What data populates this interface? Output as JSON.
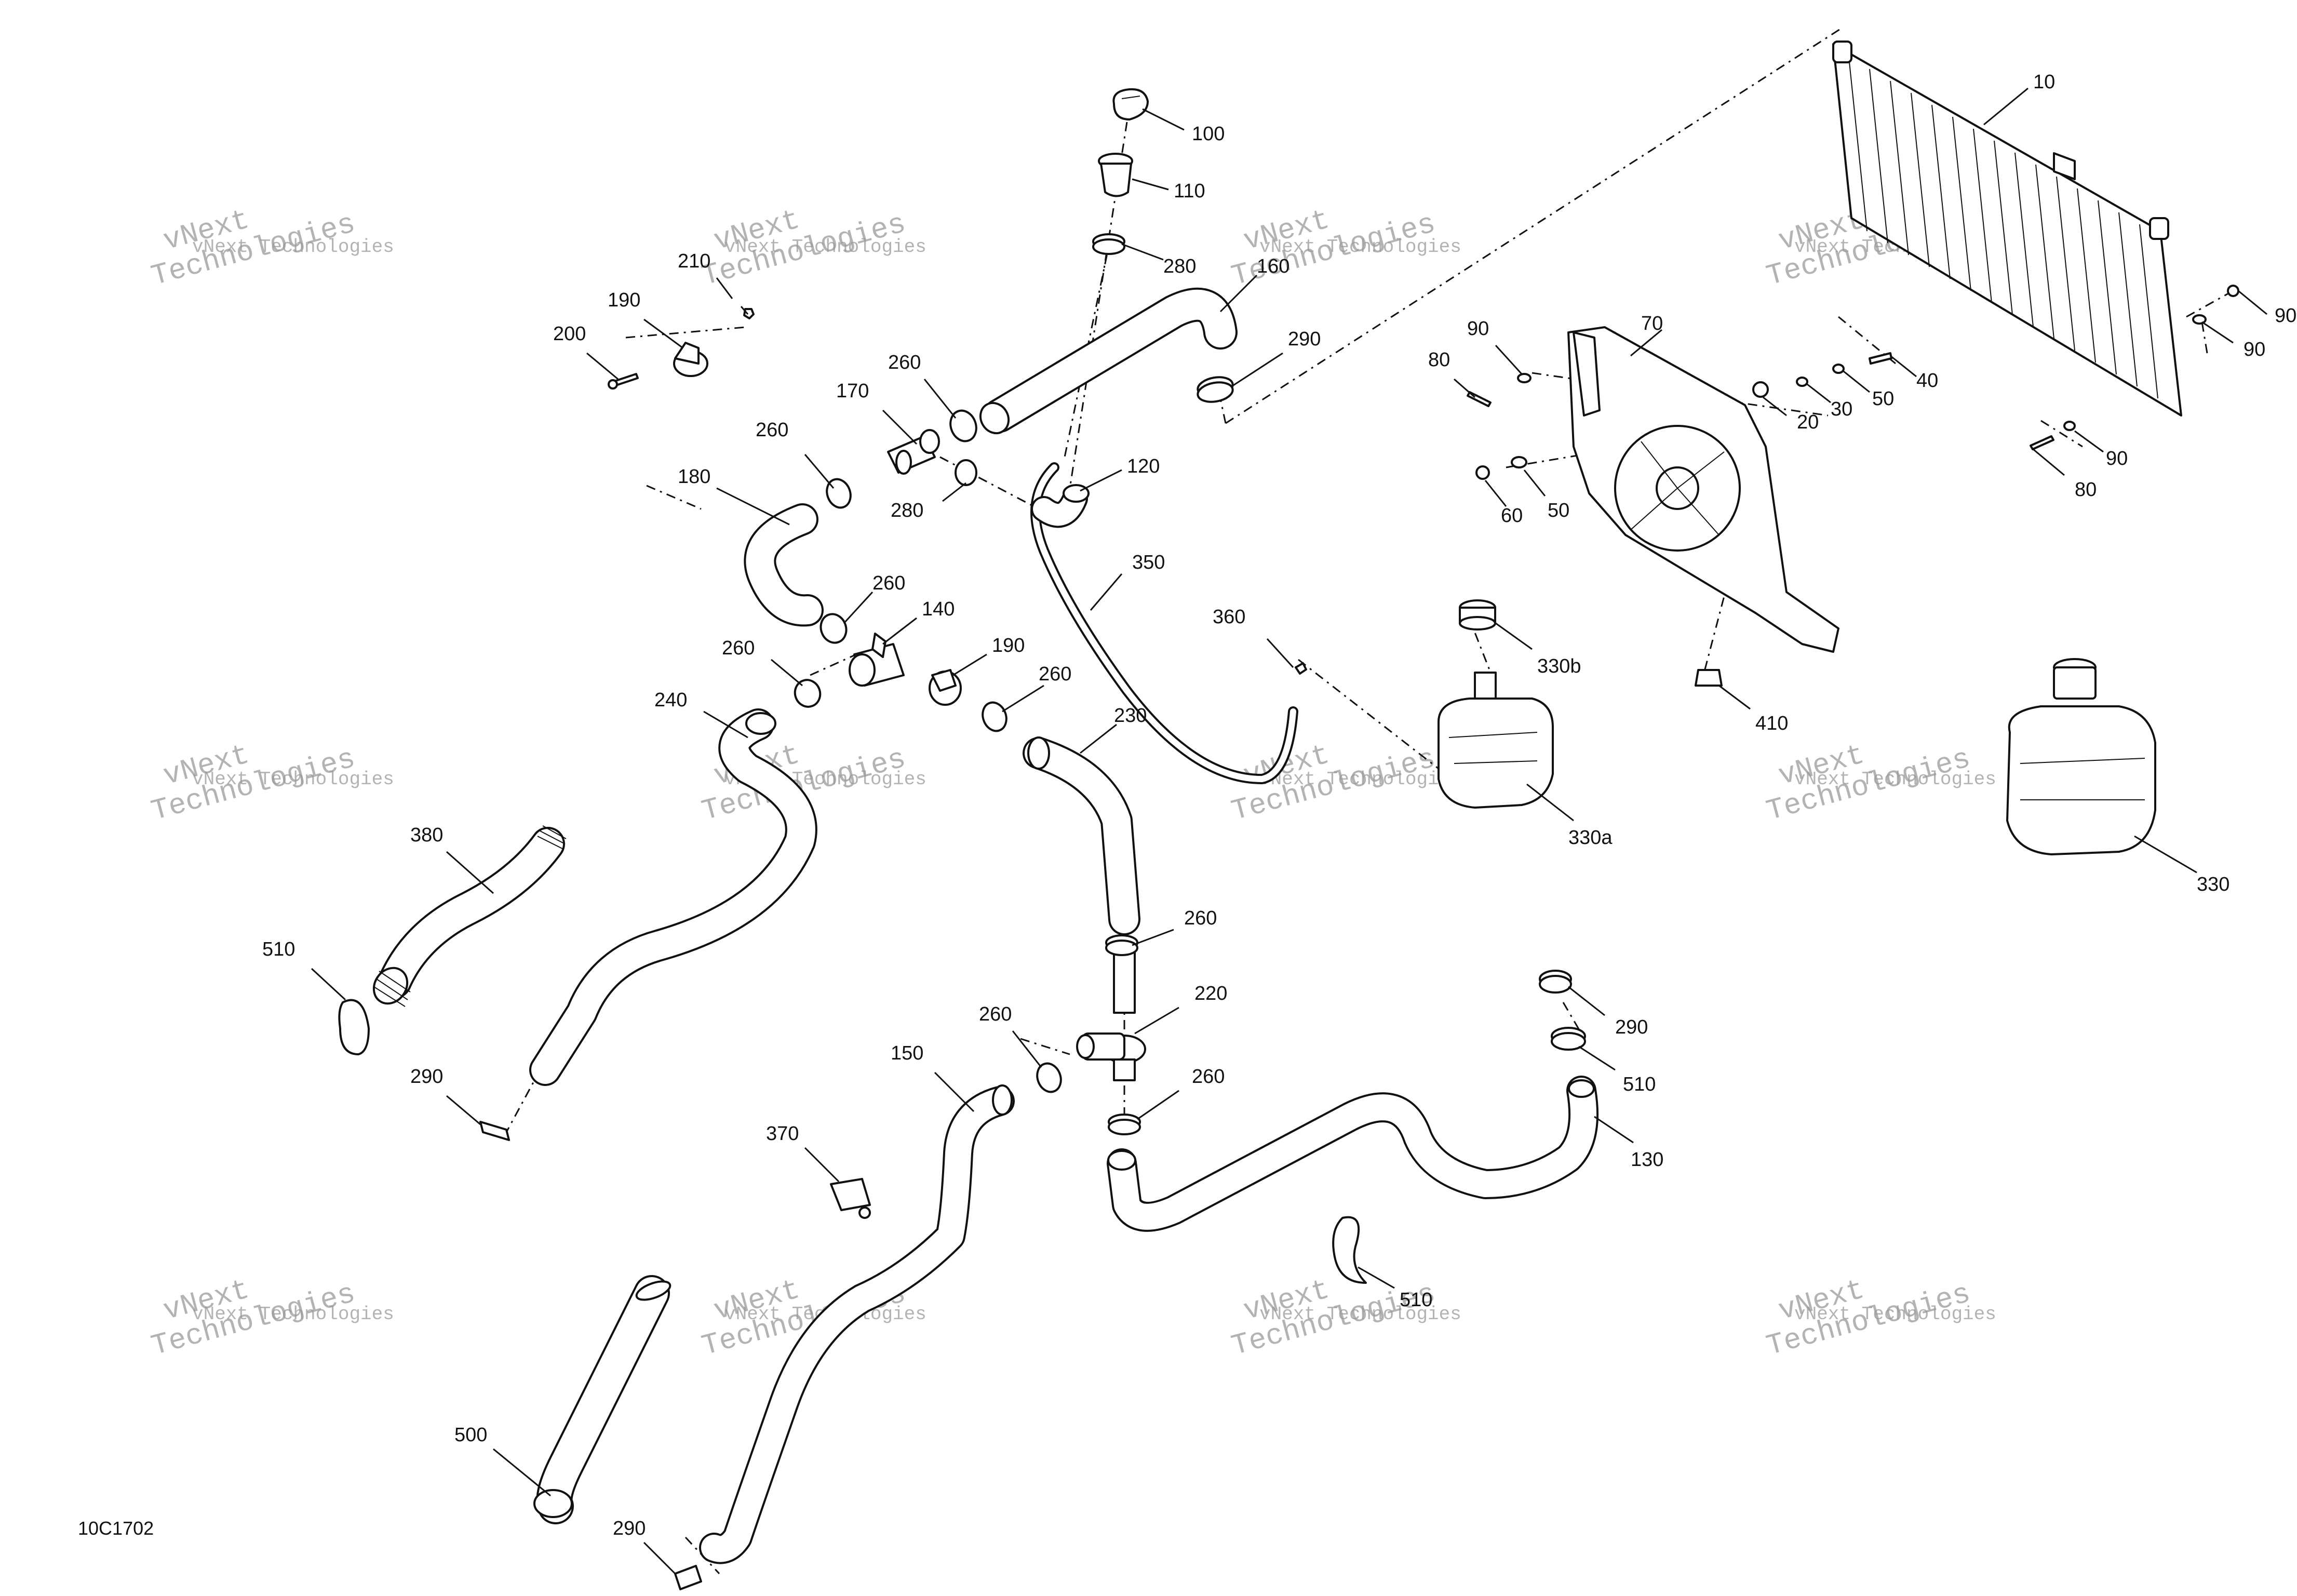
{
  "diagram": {
    "figure_id": "10C1702",
    "watermark": {
      "line1": "vNext",
      "line2": "Technologies",
      "line3": "vNext Technologies"
    },
    "callouts": [
      {
        "id": "c-100",
        "text": "100"
      },
      {
        "id": "c-110",
        "text": "110"
      },
      {
        "id": "c-280a",
        "text": "280"
      },
      {
        "id": "c-160",
        "text": "160"
      },
      {
        "id": "c-290a",
        "text": "290"
      },
      {
        "id": "c-210",
        "text": "210"
      },
      {
        "id": "c-190a",
        "text": "190"
      },
      {
        "id": "c-200",
        "text": "200"
      },
      {
        "id": "c-260a",
        "text": "260"
      },
      {
        "id": "c-170",
        "text": "170"
      },
      {
        "id": "c-260b",
        "text": "260"
      },
      {
        "id": "c-280b",
        "text": "280"
      },
      {
        "id": "c-180",
        "text": "180"
      },
      {
        "id": "c-120",
        "text": "120"
      },
      {
        "id": "c-350",
        "text": "350"
      },
      {
        "id": "c-260c",
        "text": "260"
      },
      {
        "id": "c-140",
        "text": "140"
      },
      {
        "id": "c-260d",
        "text": "260"
      },
      {
        "id": "c-190b",
        "text": "190"
      },
      {
        "id": "c-260e",
        "text": "260"
      },
      {
        "id": "c-230",
        "text": "230"
      },
      {
        "id": "c-240",
        "text": "240"
      },
      {
        "id": "c-360",
        "text": "360"
      },
      {
        "id": "c-10",
        "text": "10"
      },
      {
        "id": "c-90a",
        "text": "90"
      },
      {
        "id": "c-70",
        "text": "70"
      },
      {
        "id": "c-80a",
        "text": "80"
      },
      {
        "id": "c-40",
        "text": "40"
      },
      {
        "id": "c-50a",
        "text": "50"
      },
      {
        "id": "c-30",
        "text": "30"
      },
      {
        "id": "c-20",
        "text": "20"
      },
      {
        "id": "c-90b",
        "text": "90"
      },
      {
        "id": "c-90c",
        "text": "90"
      },
      {
        "id": "c-90d",
        "text": "90"
      },
      {
        "id": "c-80b",
        "text": "80"
      },
      {
        "id": "c-60",
        "text": "60"
      },
      {
        "id": "c-50b",
        "text": "50"
      },
      {
        "id": "c-330b",
        "text": "330b"
      },
      {
        "id": "c-410",
        "text": "410"
      },
      {
        "id": "c-330a",
        "text": "330a"
      },
      {
        "id": "c-330",
        "text": "330"
      },
      {
        "id": "c-380",
        "text": "380"
      },
      {
        "id": "c-510a",
        "text": "510"
      },
      {
        "id": "c-260f",
        "text": "260"
      },
      {
        "id": "c-220",
        "text": "220"
      },
      {
        "id": "c-260g",
        "text": "260"
      },
      {
        "id": "c-150",
        "text": "150"
      },
      {
        "id": "c-260h",
        "text": "260"
      },
      {
        "id": "c-290b",
        "text": "290"
      },
      {
        "id": "c-370",
        "text": "370"
      },
      {
        "id": "c-290c",
        "text": "290"
      },
      {
        "id": "c-510b",
        "text": "510"
      },
      {
        "id": "c-130",
        "text": "130"
      },
      {
        "id": "c-510c",
        "text": "510"
      },
      {
        "id": "c-500",
        "text": "500"
      },
      {
        "id": "c-290d",
        "text": "290"
      }
    ]
  }
}
